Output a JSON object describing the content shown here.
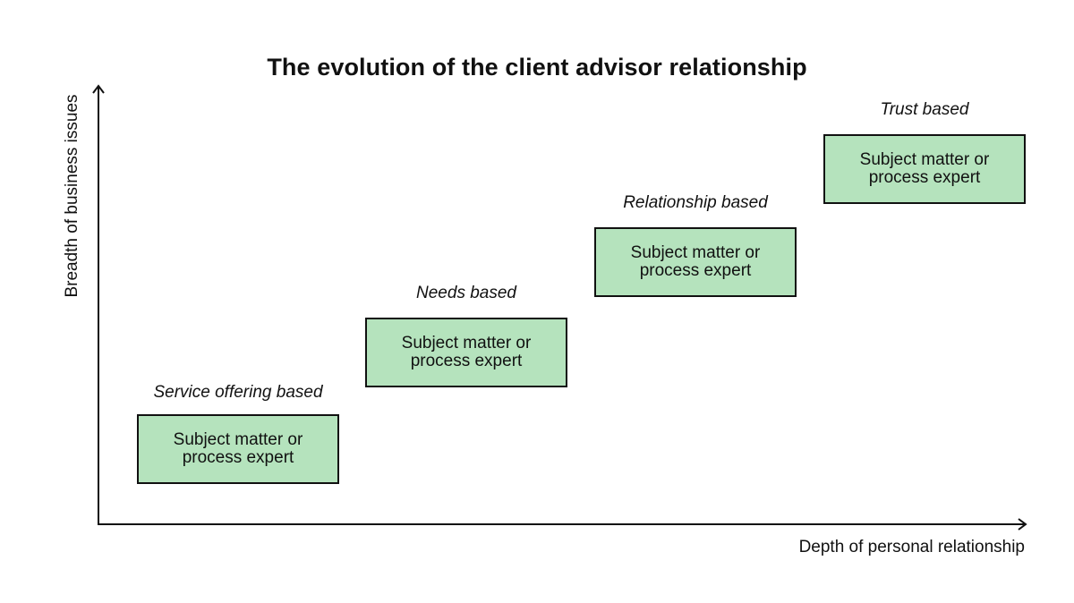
{
  "title": "The evolution of the client advisor relationship",
  "axes": {
    "y_label": "Breadth of business issues",
    "x_label": "Depth of personal relationship"
  },
  "colors": {
    "box_fill": "#b5e3bd",
    "stroke": "#111111"
  },
  "stages": [
    {
      "label": "Service offering based",
      "box_text": "Subject matter or process expert"
    },
    {
      "label": "Needs based",
      "box_text": "Subject matter or process expert"
    },
    {
      "label": "Relationship based",
      "box_text": "Subject matter or process expert"
    },
    {
      "label": "Trust based",
      "box_text": "Subject matter or process expert"
    }
  ]
}
